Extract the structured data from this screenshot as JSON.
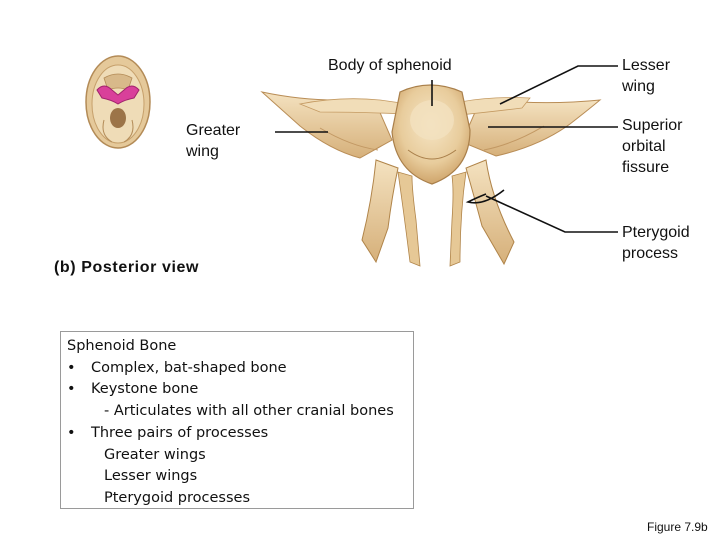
{
  "labels": {
    "body_of_sphenoid": "Body of sphenoid",
    "lesser_wing": [
      "Lesser",
      "wing"
    ],
    "greater_wing": [
      "Greater",
      "wing"
    ],
    "superior_orbital_fissure": [
      "Superior",
      "orbital",
      "fissure"
    ],
    "pterygoid_process": [
      "Pterygoid",
      "process"
    ],
    "view_title": "(b) Posterior view"
  },
  "info_box": {
    "heading": "Sphenoid Bone",
    "bullet": "•",
    "item1": "Complex, bat-shaped bone",
    "item2": "Keystone bone",
    "item2_sub": "- Articulates with all other cranial bones",
    "item3": "Three pairs of processes",
    "item3_sub": [
      "Greater wings",
      "Lesser wings",
      "Pterygoid processes"
    ]
  },
  "figure_caption": "Figure 7.9b",
  "colors": {
    "bone": "#e9cfa3",
    "bone_shadow": "#c9a06a",
    "highlight": "#d9409a",
    "leader_line": "#111111"
  }
}
